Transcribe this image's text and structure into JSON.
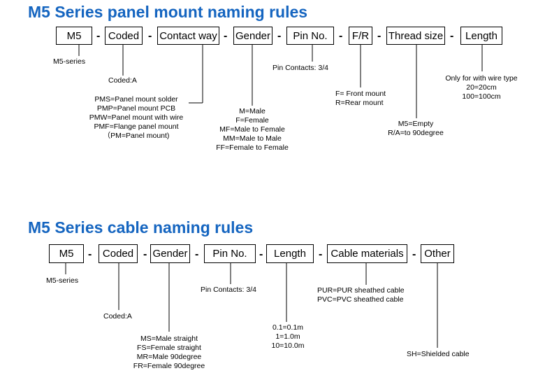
{
  "panel": {
    "title": "M5 Series panel mount naming rules",
    "boxes": [
      "M5",
      "Coded",
      "Contact way",
      "Gender",
      "Pin No.",
      "F/R",
      "Thread size",
      "Length"
    ],
    "separator": "-",
    "notes": {
      "series": "M5-series",
      "coded": "Coded:A",
      "contact": [
        "PMS=Panel mount solder",
        "PMP=Panel mount PCB",
        "PMW=Panel mount with wire",
        "PMF=Flange panel mount",
        "（PM=Panel mount)"
      ],
      "gender": [
        "M=Male",
        "F=Female",
        "MF=Male to Female",
        "MM=Male to Male",
        "FF=Female to Female"
      ],
      "pin": "Pin Contacts: 3/4",
      "fr": [
        "F= Front mount",
        "R=Rear mount"
      ],
      "thread": [
        "M5=Empty",
        "R/A=to 90degree"
      ],
      "length": [
        "Only for with wire type",
        "20=20cm",
        "100=100cm"
      ]
    }
  },
  "cable": {
    "title": "M5 Series cable naming rules",
    "boxes": [
      "M5",
      "Coded",
      "Gender",
      "Pin No.",
      "Length",
      "Cable materials",
      "Other"
    ],
    "separator": "-",
    "notes": {
      "series": "M5-series",
      "coded": "Coded:A",
      "gender": [
        "MS=Male straight",
        "FS=Female straight",
        "MR=Male 90degree",
        "FR=Female 90degree"
      ],
      "pin": "Pin Contacts: 3/4",
      "length": [
        "0.1=0.1m",
        "1=1.0m",
        "10=10.0m"
      ],
      "materials": [
        "PUR=PUR sheathed cable",
        "PVC=PVC sheathed cable"
      ],
      "other": "SH=Shielded cable"
    }
  }
}
